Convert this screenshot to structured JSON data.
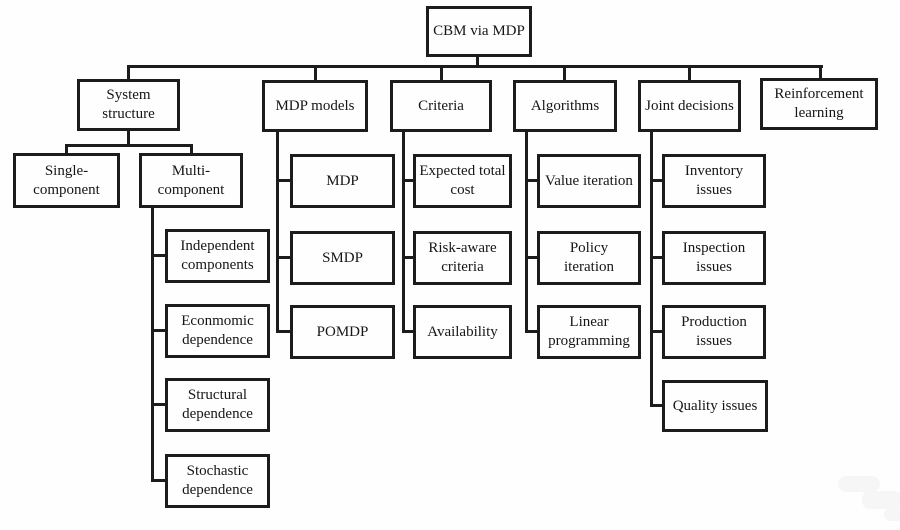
{
  "title": "CBM via MDP taxonomy diagram",
  "colors": {
    "ink": "#1c1c1c",
    "background": "#fefefe"
  },
  "tree": {
    "root": {
      "label": "CBM via MDP"
    },
    "branches": [
      {
        "label": "System structure",
        "children": [
          {
            "label": "Single-component"
          },
          {
            "label": "Multi-component",
            "children": [
              {
                "label": "Independent components"
              },
              {
                "label": "Econmomic dependence"
              },
              {
                "label": "Structural dependence"
              },
              {
                "label": "Stochastic dependence"
              }
            ]
          }
        ]
      },
      {
        "label": "MDP models",
        "children": [
          {
            "label": "MDP"
          },
          {
            "label": "SMDP"
          },
          {
            "label": "POMDP"
          }
        ]
      },
      {
        "label": "Criteria",
        "children": [
          {
            "label": "Expected total cost"
          },
          {
            "label": "Risk-aware criteria"
          },
          {
            "label": "Availability"
          }
        ]
      },
      {
        "label": "Algorithms",
        "children": [
          {
            "label": "Value iteration"
          },
          {
            "label": "Policy iteration"
          },
          {
            "label": "Linear programming"
          }
        ]
      },
      {
        "label": "Joint decisions",
        "children": [
          {
            "label": "Inventory issues"
          },
          {
            "label": "Inspection issues"
          },
          {
            "label": "Production issues"
          },
          {
            "label": "Quality issues"
          }
        ]
      },
      {
        "label": "Reinforcement learning"
      }
    ]
  }
}
